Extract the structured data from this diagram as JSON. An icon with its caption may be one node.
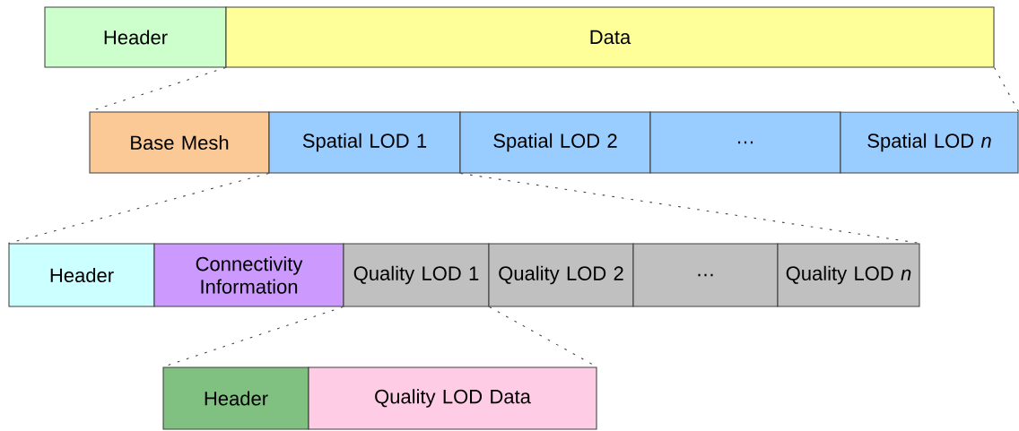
{
  "diagram": {
    "nodes": [
      {
        "text": [
          "Header"
        ]
      },
      {
        "text": [
          "Data"
        ]
      },
      {
        "text": [
          "Base Mesh"
        ]
      },
      {
        "text": [
          "Spatial LOD 1"
        ]
      },
      {
        "text": [
          "Spatial LOD 2"
        ]
      },
      {
        "text": [
          "…"
        ]
      },
      {
        "text": [
          "Spatial LOD *n*"
        ]
      },
      {
        "text": [
          "Header"
        ]
      },
      {
        "text": [
          "Connectivity Information"
        ]
      },
      {
        "text": [
          "Quality LOD 1"
        ]
      },
      {
        "text": [
          "Quality LOD 2"
        ]
      },
      {
        "text": [
          "…"
        ]
      },
      {
        "text": [
          "Quality LOD *n*"
        ]
      },
      {
        "text": [
          "Header"
        ]
      },
      {
        "text": [
          "Quality LOD Data"
        ]
      }
    ],
    "edges": [
      {
        "from": 1,
        "to": 2,
        "arrow": "none",
        "style": "dashed"
      },
      {
        "from": 1,
        "to": 6,
        "arrow": "none",
        "style": "dashed"
      },
      {
        "from": 3,
        "to": 7,
        "arrow": "none",
        "style": "dashed"
      },
      {
        "from": 3,
        "to": 12,
        "arrow": "none",
        "style": "dashed"
      },
      {
        "from": 9,
        "to": 13,
        "arrow": "none",
        "style": "dashed"
      },
      {
        "from": 9,
        "to": 14,
        "arrow": "none",
        "style": "dashed"
      }
    ]
  }
}
